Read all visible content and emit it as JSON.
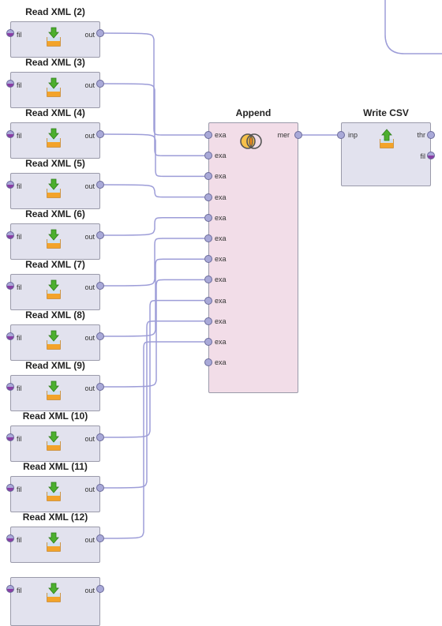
{
  "read_operators": [
    {
      "title": "Read XML (2)",
      "input_port": "fil",
      "output_port": "out"
    },
    {
      "title": "Read XML (3)",
      "input_port": "fil",
      "output_port": "out"
    },
    {
      "title": "Read XML (4)",
      "input_port": "fil",
      "output_port": "out"
    },
    {
      "title": "Read XML (5)",
      "input_port": "fil",
      "output_port": "out"
    },
    {
      "title": "Read XML (6)",
      "input_port": "fil",
      "output_port": "out"
    },
    {
      "title": "Read XML (7)",
      "input_port": "fil",
      "output_port": "out"
    },
    {
      "title": "Read XML (8)",
      "input_port": "fil",
      "output_port": "out"
    },
    {
      "title": "Read XML (9)",
      "input_port": "fil",
      "output_port": "out"
    },
    {
      "title": "Read XML (10)",
      "input_port": "fil",
      "output_port": "out"
    },
    {
      "title": "Read XML (11)",
      "input_port": "fil",
      "output_port": "out"
    },
    {
      "title": "Read XML (12)",
      "input_port": "fil",
      "output_port": "out"
    }
  ],
  "append": {
    "title": "Append",
    "input_ports": [
      "exa",
      "exa",
      "exa",
      "exa",
      "exa",
      "exa",
      "exa",
      "exa",
      "exa",
      "exa",
      "exa",
      "exa"
    ],
    "output_port": "mer"
  },
  "write_csv": {
    "title": "Write CSV",
    "input_port": "inp",
    "output_ports": [
      "thr",
      "fil"
    ]
  },
  "colors": {
    "operator_fill": "#e2e2ee",
    "append_fill": "#f2dde8",
    "port_fill": "#a9a9d8",
    "file_port_fill": "#8a3ea5",
    "wire": "#9d9dd8",
    "arrow_green": "#4caf2e",
    "tray_orange": "#f3a32a"
  },
  "icons": {
    "read": "download-into-tray-icon",
    "append": "venn-merge-icon",
    "write": "upload-from-tray-icon"
  }
}
